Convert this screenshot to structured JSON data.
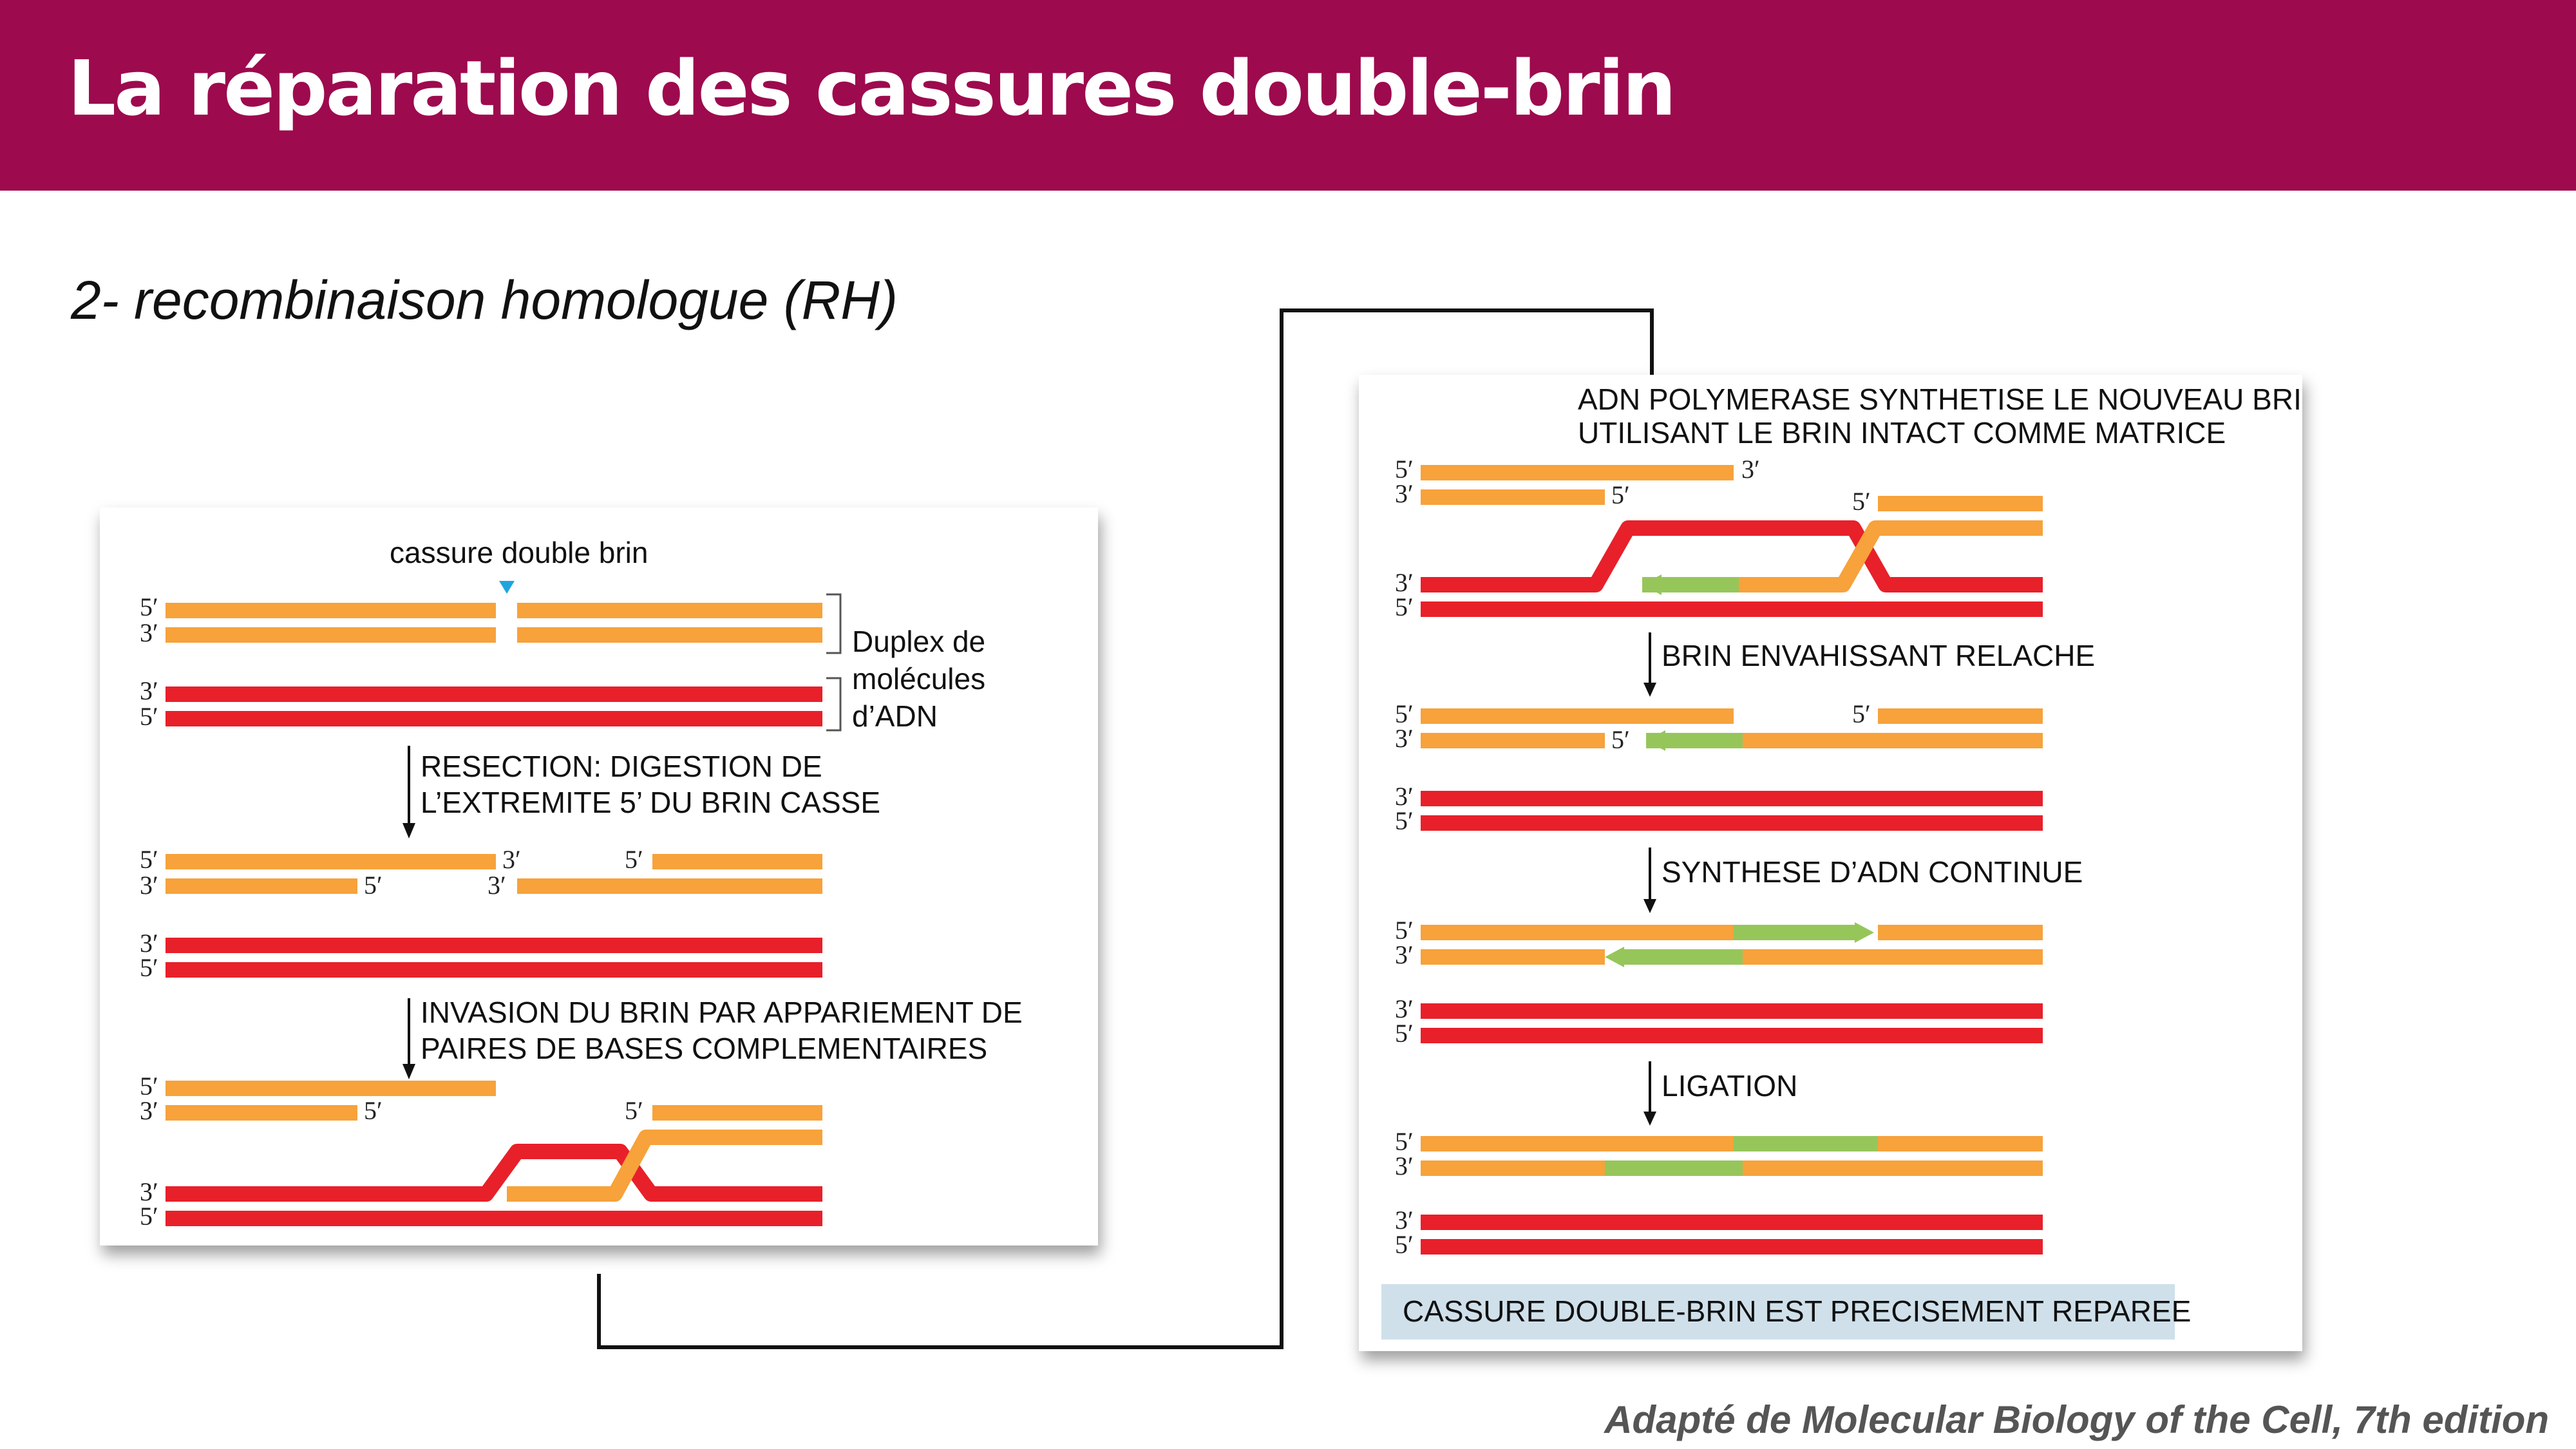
{
  "slide": {
    "title": "La réparation des cassures double-brin",
    "subtitle": "2- recombinaison homologue (RH)",
    "credit": "Adapté de Molecular Biology of the Cell, 7th edition"
  },
  "left_panel": {
    "break_label": "cassure double brin",
    "duplex_label": [
      "Duplex de",
      "molécules",
      "d’ADN"
    ],
    "step1": [
      "RESECTION: DIGESTION DE",
      "L’EXTREMITE 5’ DU BRIN CASSE"
    ],
    "step2": [
      "INVASION DU BRIN PAR APPARIEMENT DE",
      "PAIRES DE BASES COMPLEMENTAIRES"
    ]
  },
  "right_panel": {
    "step3": [
      "ADN POLYMERASE SYNTHETISE LE NOUVEAU BRIN",
      "UTILISANT LE BRIN INTACT COMME MATRICE"
    ],
    "step4": "BRIN ENVAHISSANT RELACHE",
    "step5": "SYNTHESE D’ADN CONTINUE",
    "step6": "LIGATION",
    "result": "CASSURE DOUBLE-BRIN EST PRECISEMENT REPAREE"
  },
  "strand_end_labels": {
    "five": "5′",
    "three": "3′"
  },
  "colors": {
    "header": "#9d0a4e",
    "broken_strand": "#f7a23b",
    "homolog_strand": "#e8202a",
    "new_synthesis": "#96c65a",
    "result_box": "#cfe0ea"
  },
  "icons": {
    "break_marker": "triangle-down-icon",
    "step_arrow": "arrow-down-icon"
  }
}
